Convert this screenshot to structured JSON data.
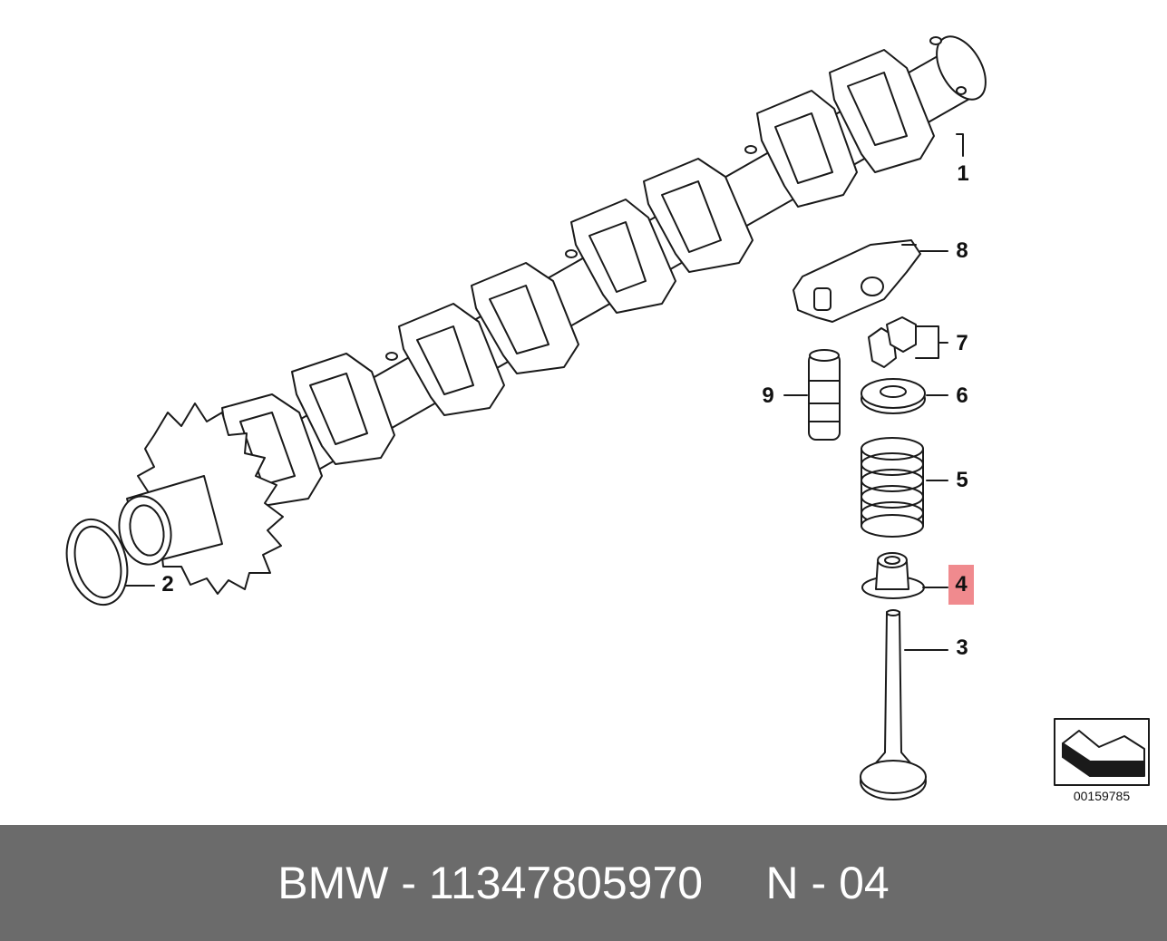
{
  "diagram": {
    "callouts": [
      {
        "id": "1",
        "label": "1",
        "part": "camshaft"
      },
      {
        "id": "2",
        "label": "2",
        "part": "sealing-ring"
      },
      {
        "id": "3",
        "label": "3",
        "part": "valve"
      },
      {
        "id": "4",
        "label": "4",
        "part": "valve-stem-seal",
        "highlighted": true
      },
      {
        "id": "5",
        "label": "5",
        "part": "valve-spring"
      },
      {
        "id": "6",
        "label": "6",
        "part": "spring-retainer"
      },
      {
        "id": "7",
        "label": "7",
        "part": "valve-keepers"
      },
      {
        "id": "8",
        "label": "8",
        "part": "rocker-arm"
      },
      {
        "id": "9",
        "label": "9",
        "part": "hydraulic-lifter"
      }
    ],
    "reference_code": "00159785",
    "highlight_color": "#f08a8e"
  },
  "footer": {
    "brand": "BMW",
    "part_number": "11347805970",
    "position": "N - 04",
    "text": "BMW - 11347805970     N - 04",
    "background": "#6b6b6b",
    "text_color": "#ffffff"
  }
}
